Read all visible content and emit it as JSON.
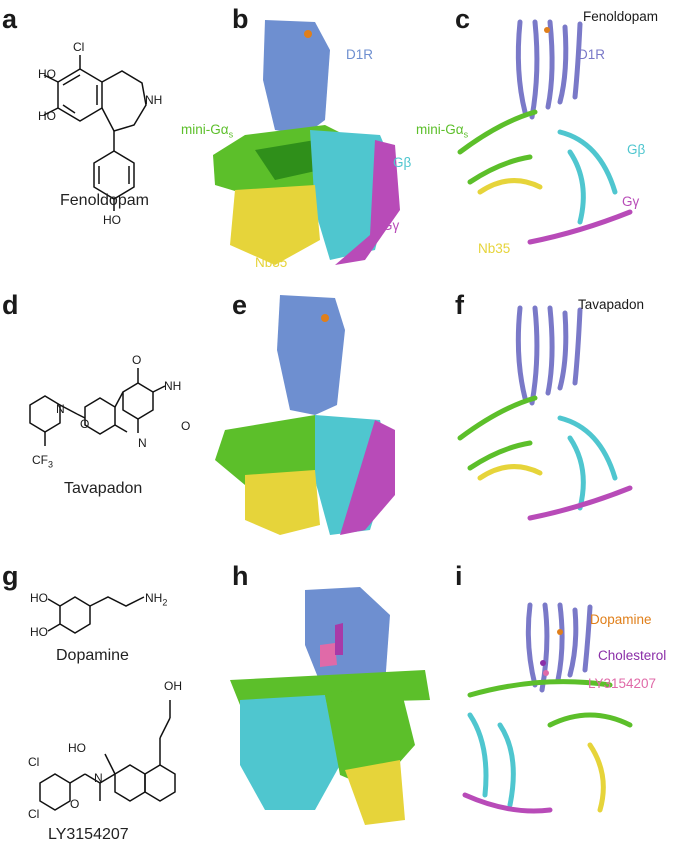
{
  "panels": [
    {
      "letter": "a",
      "caption": "Fenoldopam"
    },
    {
      "letter": "b",
      "labels": {
        "d1r": "D1R",
        "mini_ga": "mini-Gα",
        "mini_ga_sub": "s",
        "gb": "Gβ",
        "gg": "Gγ",
        "nb35": "Nb35"
      }
    },
    {
      "letter": "c",
      "labels": {
        "ligand": "Fenoldopam",
        "d1r": "D1R",
        "mini_ga": "mini-Gα",
        "mini_ga_sub": "s",
        "gb": "Gβ",
        "gg": "Gγ",
        "nb35": "Nb35"
      }
    },
    {
      "letter": "d",
      "caption": "Tavapadon"
    },
    {
      "letter": "e"
    },
    {
      "letter": "f",
      "labels": {
        "ligand": "Tavapadon"
      }
    },
    {
      "letter": "g",
      "captions": [
        "Dopamine",
        "LY3154207"
      ]
    },
    {
      "letter": "h"
    },
    {
      "letter": "i",
      "labels": {
        "dopamine": "Dopamine",
        "cholesterol": "Cholesterol",
        "ly": "LY3154207"
      }
    }
  ],
  "atoms": {
    "fenoldopam": {
      "cl": "Cl",
      "ho1": "HO",
      "ho2": "HO",
      "nh": "NH",
      "ho3": "HO"
    },
    "tavapadon": {
      "o_top": "O",
      "nh": "NH",
      "o_right": "O",
      "n_ring": "N",
      "n_pyr": "N",
      "o_link": "O",
      "cf3": "CF",
      "cf3_sub": "3"
    },
    "dopamine": {
      "ho1": "HO",
      "ho2": "HO",
      "nh2": "NH",
      "nh2_sub": "2"
    },
    "ly3154207": {
      "oh": "OH",
      "ho": "HO",
      "cl1": "Cl",
      "cl2": "Cl",
      "n": "N",
      "o": "O"
    }
  },
  "colors": {
    "d1r": "#6e8fd0",
    "d1r_ribbon": "#7a79c8",
    "mini_ga": "#5cbf2a",
    "mini_ga_dark": "#2f8f1a",
    "gb": "#4fc6cf",
    "gg": "#b84bb8",
    "nb35": "#e6d43a",
    "ligand_orange": "#e07f1a",
    "cholesterol": "#8b2fa8",
    "ly": "#e06aa8"
  }
}
